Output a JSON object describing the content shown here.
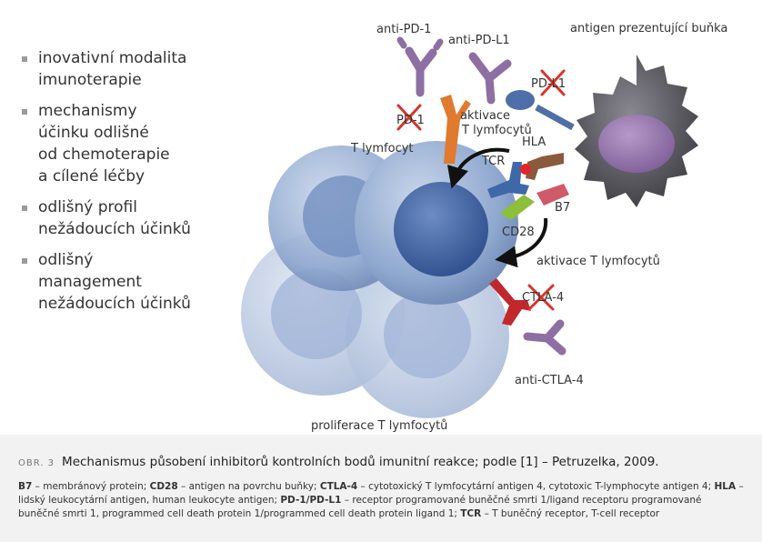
{
  "bullets": [
    "inovativní modalita\nimunoterapie",
    "mechanismy\núčinku odlišné\nod chemoterapie\na cílené léčby",
    "odlišný profil\nnežádoucích účinků",
    "odlišný\nmanagement\nnežádoucích účinků"
  ],
  "labels": {
    "anti_pd1": "anti-PD-1",
    "anti_pdl1": "anti-PD-L1",
    "apc": "antigen prezentující buňka",
    "pdl1": "PD-L1",
    "pd1": "PD-1",
    "activation_top_1": "aktivace",
    "activation_top_2": "T lymfocytů",
    "t_cell": "T lymfocyt",
    "hla": "HLA",
    "tcr": "TCR",
    "b7": "B7",
    "cd28": "CD28",
    "activation_bottom": "aktivace T lymfocytů",
    "ctla4": "CTLA-4",
    "anti_ctla4": "anti-CTLA-4",
    "proliferation": "proliferace T lymfocytů"
  },
  "caption": {
    "tag": "OBR. 3",
    "title": "Mechanismus působení inhibitorů kontrolních bodů imunitní reakce; podle [1] – Petruzelka, 2009."
  },
  "legend": [
    {
      "term": "B7",
      "def": " – membránový protein; "
    },
    {
      "term": "CD28",
      "def": " – antigen na povrchu buňky; "
    },
    {
      "term": "CTLA-4",
      "def": " – cytotoxický T lymfocytární antigen 4, cytotoxic T-lymphocyte antigen 4; "
    },
    {
      "term": "HLA",
      "def": " – lidský leukocytární antigen, human leukocyte antigen; "
    },
    {
      "term": "PD-1/PD-L1",
      "def": " – receptor programované buněčné smrti 1/ligand receptoru programované buněčné smrti 1, programmed cell death protein 1/programmed cell death protein ligand 1; "
    },
    {
      "term": "TCR",
      "def": " – T buněčný receptor, T-cell receptor"
    }
  ],
  "colors": {
    "t_cell": "#7f9bc6",
    "apc": "#5c5a60",
    "antibody": "#8e6fa3",
    "pd1": "#e07a2e",
    "pdl1": "#4f6fa8",
    "inhibit_x": "#d9332b",
    "ctla4": "#c0282d",
    "cd28": "#8cbf3a",
    "b7": "#cf5a6a",
    "hla": "#8a5a3c"
  }
}
